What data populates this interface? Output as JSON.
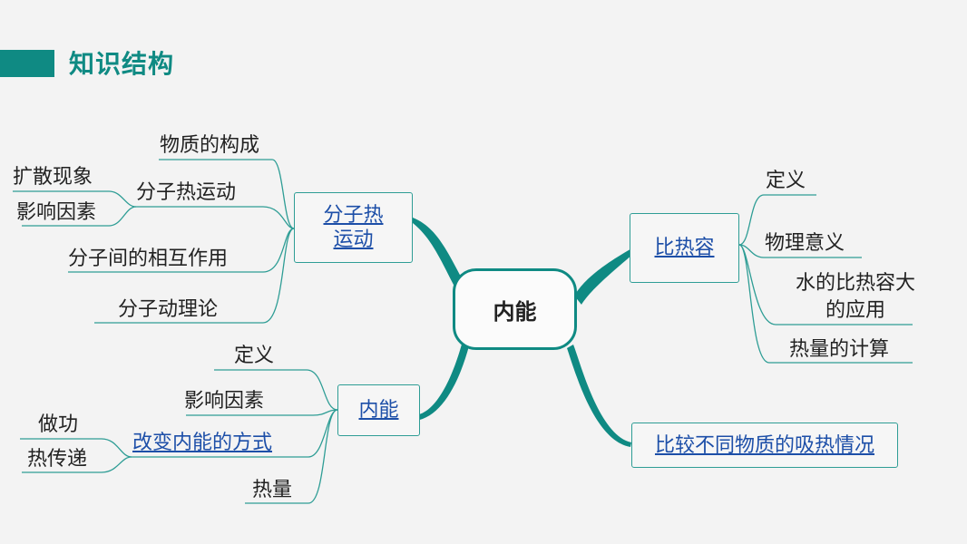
{
  "header": {
    "title": "知识结构"
  },
  "center": {
    "label": "内能"
  },
  "branches": {
    "molecular": {
      "label": "分子热运动",
      "leaves": {
        "structure": "物质的构成",
        "motion": "分子热运动",
        "diffusion": "扩散现象",
        "factors": "影响因素",
        "forces": "分子间的相互作用",
        "theory": "分子动理论"
      }
    },
    "internal": {
      "label": "内能",
      "leaves": {
        "definition": "定义",
        "factors": "影响因素",
        "change_ways": "改变内能的方式",
        "work": "做功",
        "heat_transfer": "热传递",
        "heat": "热量"
      }
    },
    "specific_heat": {
      "label": "比热容",
      "leaves": {
        "definition": "定义",
        "meaning": "物理意义",
        "water_application": "水的比热容大的应用",
        "calculation": "热量的计算"
      }
    },
    "experiment": {
      "label": "比较不同物质的吸热情况"
    }
  },
  "colors": {
    "accent": "#0f8a83",
    "line": "#2e9d95",
    "link": "#1d4fa8"
  }
}
